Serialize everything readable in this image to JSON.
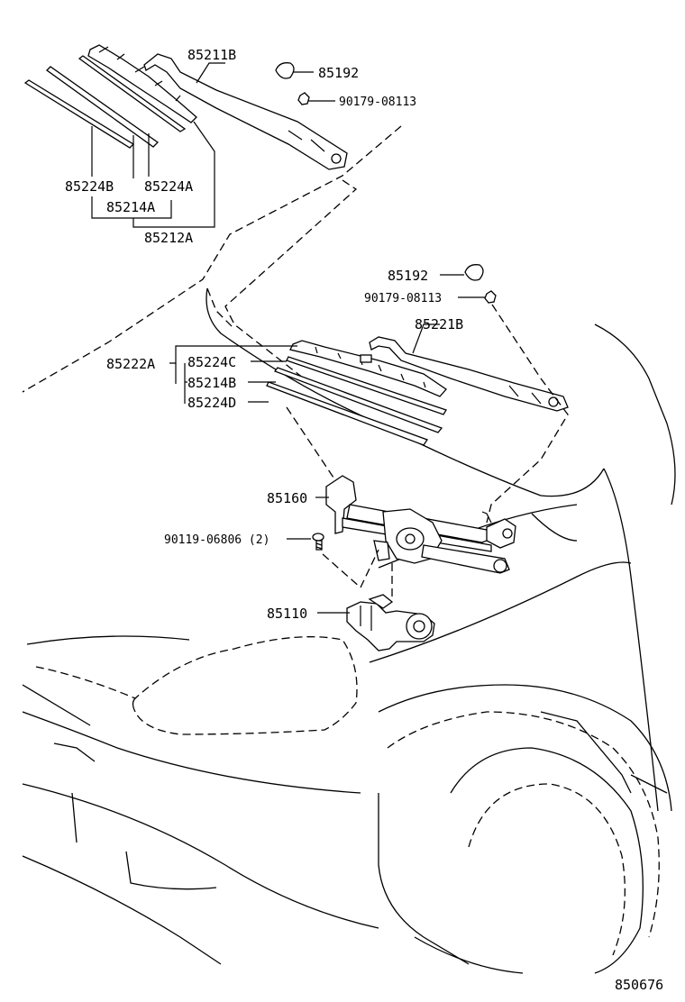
{
  "diagram_id": "850676",
  "parts": {
    "p85211B": "85211B",
    "p85192_top": "85192",
    "p90179_top": "90179-08113",
    "p85224B": "85224B",
    "p85224A": "85224A",
    "p85214A": "85214A",
    "p85212A": "85212A",
    "p85192_mid": "85192",
    "p90179_mid": "90179-08113",
    "p85221B": "85221B",
    "p85222A": "85222A",
    "p85224C": "85224C",
    "p85214B": "85214B",
    "p85224D": "85224D",
    "p85160": "85160",
    "p90119": "90119-06806 (2)",
    "p85110": "85110"
  }
}
